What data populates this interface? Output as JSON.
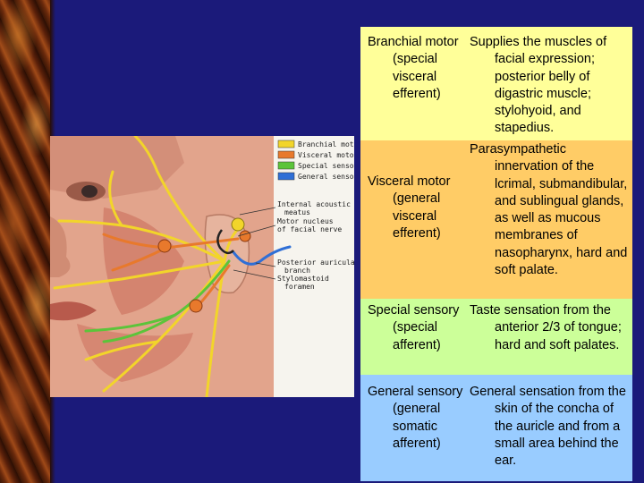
{
  "colors": {
    "background": "#1b1a7a",
    "branchial_motor": "#f2d52a",
    "visceral_motor": "#e8792c",
    "special_sensory": "#5cc43a",
    "general_sensory": "#2f6fd6",
    "row_branchial": "#ffff99",
    "row_visceral": "#ffcc66",
    "row_special": "#ccff99",
    "row_general": "#99ccff"
  },
  "legend": [
    {
      "label": "Branchial motor",
      "color": "#f2d52a"
    },
    {
      "label": "Visceral motor",
      "color": "#e8792c"
    },
    {
      "label": "Special sensory",
      "color": "#5cc43a"
    },
    {
      "label": "General sensory",
      "color": "#2f6fd6"
    }
  ],
  "callouts": {
    "internal_acoustic_1": "Internal acoustic",
    "internal_acoustic_2": "meatus",
    "motor_nucleus_1": "Motor nucleus",
    "motor_nucleus_2": "of facial nerve",
    "posterior_auricular_1": "Posterior auricular",
    "posterior_auricular_2": "branch",
    "stylomastoid_1": "Stylomastoid",
    "stylomastoid_2": "foramen"
  },
  "table": [
    {
      "type": "Branchial motor (special visceral efferent)",
      "description": "Supplies the muscles of facial expression; posterior belly of digastric muscle; stylohyoid, and stapedius."
    },
    {
      "type": "Visceral motor (general visceral efferent)",
      "description": "Parasympathetic innervation of the lcrimal, submandibular, and sublingual glands, as well as mucous membranes of nasopharynx, hard and soft palate."
    },
    {
      "type": "Special sensory (special afferent)",
      "description": "Taste sensation from the anterior 2/3 of tongue; hard and soft palates."
    },
    {
      "type": "General sensory (general somatic afferent)",
      "description": "General sensation from the skin of the concha of the auricle and from a small area behind the ear."
    }
  ]
}
